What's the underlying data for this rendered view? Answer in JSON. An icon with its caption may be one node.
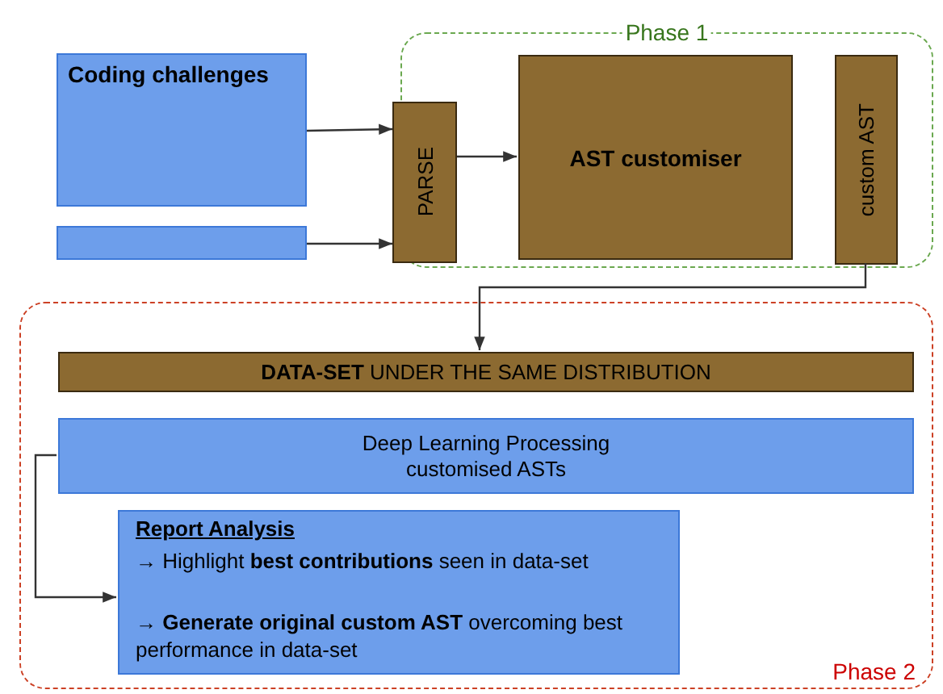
{
  "diagram": {
    "nodes": [
      {
        "text": [
          "Phase 1"
        ]
      },
      {
        "text": [
          "Coding challenges"
        ]
      },
      {
        "text": [],
        "shape": "box"
      },
      {
        "text": [
          "PARSE"
        ]
      },
      {
        "text": [
          "AST customiser"
        ],
        "in": 0
      },
      {
        "text": [
          "custom AST"
        ],
        "in": 0
      },
      {
        "text": [
          "Phase 2"
        ]
      },
      {
        "text": [
          "**DATA-SET** UNDER THE SAME DISTRIBUTION"
        ],
        "in": 6
      },
      {
        "text": [
          "Deep Learning Processing customised ASTs"
        ],
        "in": 6
      },
      {
        "text": [
          "Report Analysis",
          "→  Highlight **best contributions** seen in data-set",
          "→ **Generate original custom AST** overcoming best performance in data-set"
        ],
        "in": 6
      }
    ],
    "edges": [
      {
        "from": 1,
        "to": 3,
        "arrow": "to"
      },
      {
        "from": 2,
        "to": 3,
        "arrow": "to"
      },
      {
        "from": 3,
        "to": 4,
        "arrow": "to"
      },
      {
        "from": 5,
        "to": 7,
        "arrow": "to"
      },
      {
        "from": 8,
        "to": 9,
        "arrow": "to"
      }
    ]
  }
}
